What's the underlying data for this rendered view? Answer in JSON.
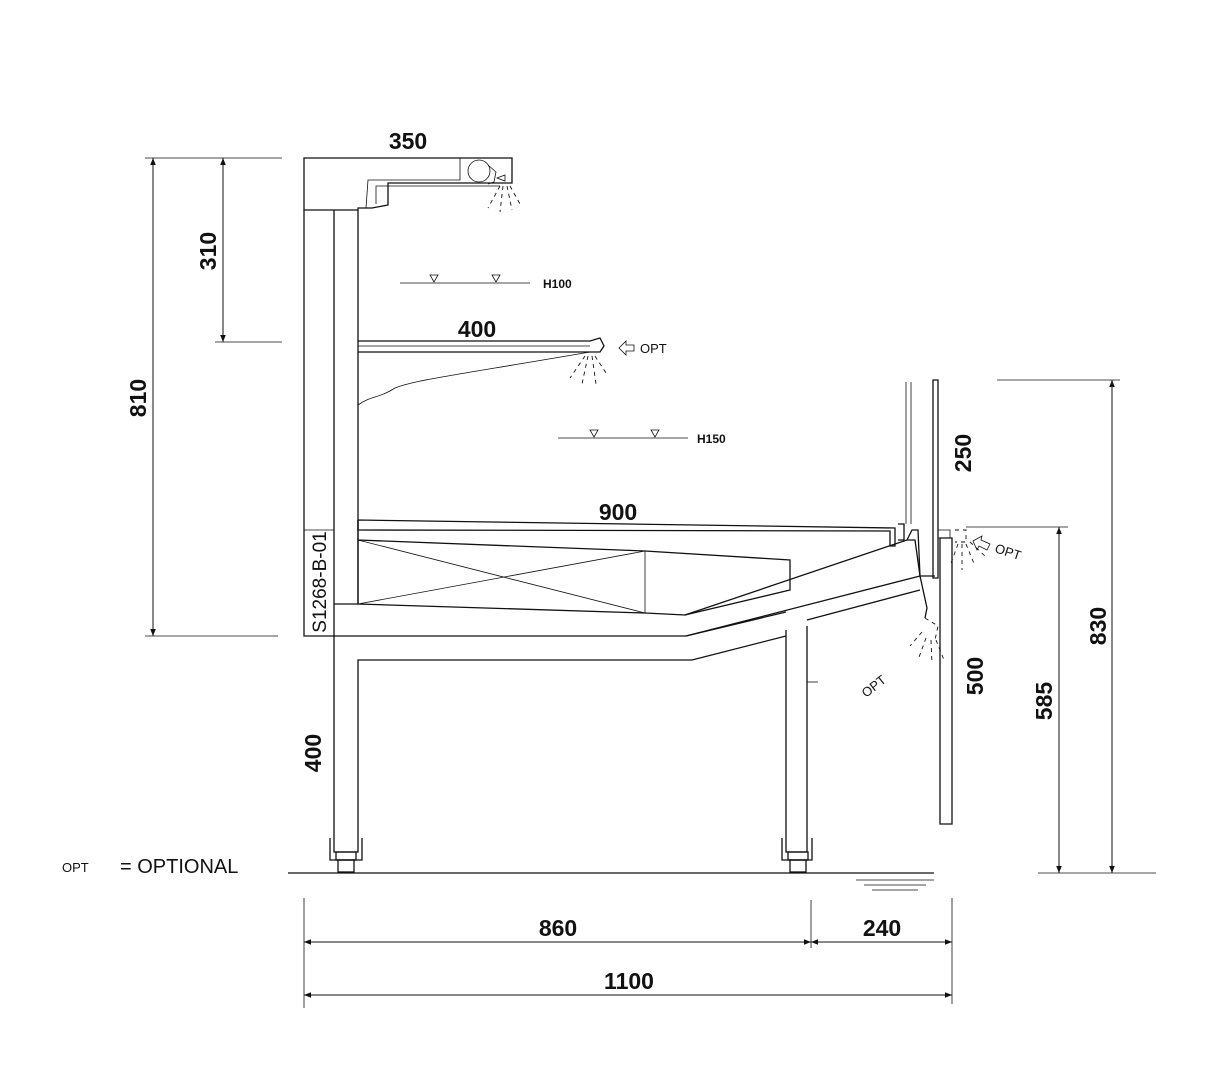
{
  "drawing_code": "S1268-B-01",
  "dimensions": {
    "canopy_depth": "350",
    "top_to_shelf": "310",
    "total_height_left": "810",
    "shelf_depth": "400",
    "deck_depth": "900",
    "glass_height": "250",
    "front_panel": "500",
    "deck_height": "585",
    "total_height_right": "830",
    "leg_height": "400",
    "base_width": "860",
    "front_overhang": "240",
    "total_width": "1100"
  },
  "levels": {
    "upper": "H100",
    "lower": "H150"
  },
  "optional_tags": {
    "shelf_light": "OPT",
    "front_light": "OPT",
    "under_light": "OPT"
  },
  "legend": {
    "abbr": "OPT",
    "meaning": "= OPTIONAL"
  }
}
